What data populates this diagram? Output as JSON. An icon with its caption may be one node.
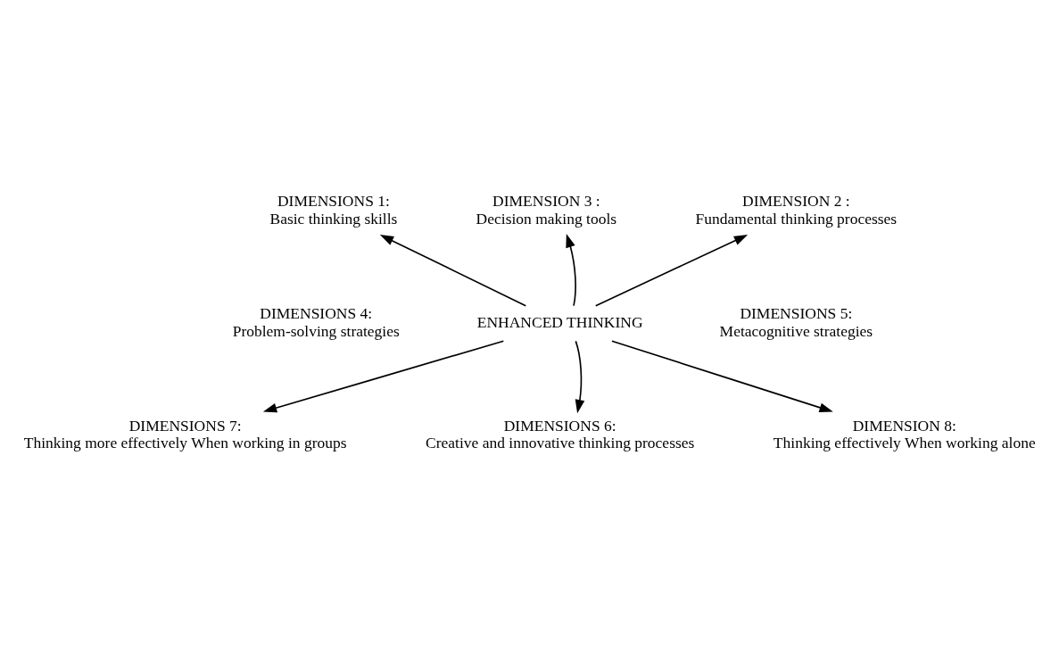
{
  "diagram": {
    "nodes": [
      {
        "text": [
          "DIMENSIONS 1:",
          "Basic thinking skills"
        ]
      },
      {
        "text": [
          "DIMENSION 3 :",
          "Decision making tools"
        ]
      },
      {
        "text": [
          "DIMENSION 2 :",
          "Fundamental thinking processes"
        ]
      },
      {
        "text": [
          "DIMENSIONS 4:",
          "Problem-solving strategies"
        ]
      },
      {
        "text": [
          "ENHANCED THINKING"
        ]
      },
      {
        "text": [
          "DIMENSIONS 5:",
          "Metacognitive strategies"
        ]
      },
      {
        "text": [
          "DIMENSIONS 7:",
          "Thinking more effectively When working in groups"
        ]
      },
      {
        "text": [
          "DIMENSIONS 6:",
          "Creative and innovative thinking processes"
        ]
      },
      {
        "text": [
          "DIMENSION 8:",
          "Thinking effectively When working alone"
        ]
      }
    ],
    "edges": [
      {
        "from": 4,
        "to": 0,
        "arrow": "to"
      },
      {
        "from": 4,
        "to": 1,
        "arrow": "to"
      },
      {
        "from": 4,
        "to": 2,
        "arrow": "to"
      },
      {
        "from": 4,
        "to": 6,
        "arrow": "to"
      },
      {
        "from": 4,
        "to": 7,
        "arrow": "to"
      },
      {
        "from": 4,
        "to": 8,
        "arrow": "to"
      }
    ]
  }
}
